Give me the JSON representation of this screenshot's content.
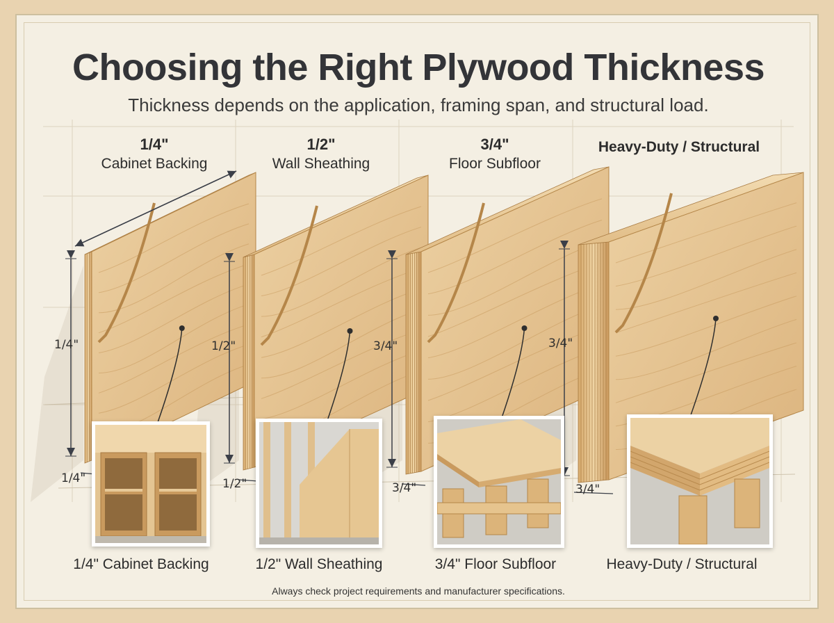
{
  "title": "Choosing the Right Plywood Thickness",
  "subtitle": "Thickness depends on the application, framing span, and structural load.",
  "columns": [
    {
      "thickness": "1/4\"",
      "application": "Cabinet Backing",
      "dimension_label": "1/4\"",
      "edge_label": "1/4\"",
      "caption": "1/4\" Cabinet Backing",
      "photo_icon": "cabinet-icon"
    },
    {
      "thickness": "1/2\"",
      "application": "Wall Sheathing",
      "dimension_label": "1/2\"",
      "edge_label": "1/2\"",
      "caption": "1/2\" Wall Sheathing",
      "photo_icon": "wall-framing-icon"
    },
    {
      "thickness": "3/4\"",
      "application": "Floor Subfloor",
      "dimension_label": "3/4\"",
      "edge_label": "3/4\"",
      "caption": "3/4\" Floor Subfloor",
      "photo_icon": "floor-joist-icon"
    },
    {
      "thickness": "",
      "application": "Heavy-Duty / Structural",
      "dimension_label": "3/4\"",
      "edge_label": "3/4\"",
      "caption": "Heavy-Duty / Structural",
      "photo_icon": "thick-panel-icon"
    }
  ],
  "footer": "Always check project requirements and manufacturer specifications.",
  "colors": {
    "background": "#f4efe3",
    "wood_face": "#e2bf8e",
    "wood_edge": "#c89a60",
    "title": "#333438",
    "dimension_line": "#3b3f48"
  }
}
